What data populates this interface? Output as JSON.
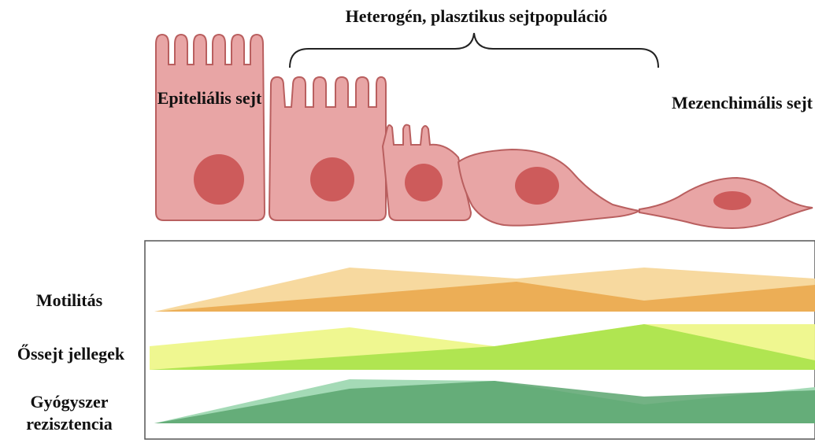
{
  "header": {
    "hetero_title": "Heterogén, plasztikus sejtpopuláció"
  },
  "cells": {
    "epithelial_label": "Epiteliális sejt",
    "mesenchymal_label": "Mezenchimális sejt"
  },
  "rows": {
    "motility": "Motilitás",
    "stemness": "Őssejt jellegek",
    "drug_resistance": "Gyógyszer rezisztencia"
  },
  "colors": {
    "cell_fill": "#e8a5a5",
    "cell_stroke": "#b95f5f",
    "nucleus": "#cd5b5b",
    "motility_light": "#f7d79a",
    "motility_dark": "#eaa84e",
    "stemness_light": "#eef78a",
    "stemness_dark": "#a8e24a",
    "drug_light": "#9fd8b2",
    "drug_dark": "#5aa56e"
  }
}
